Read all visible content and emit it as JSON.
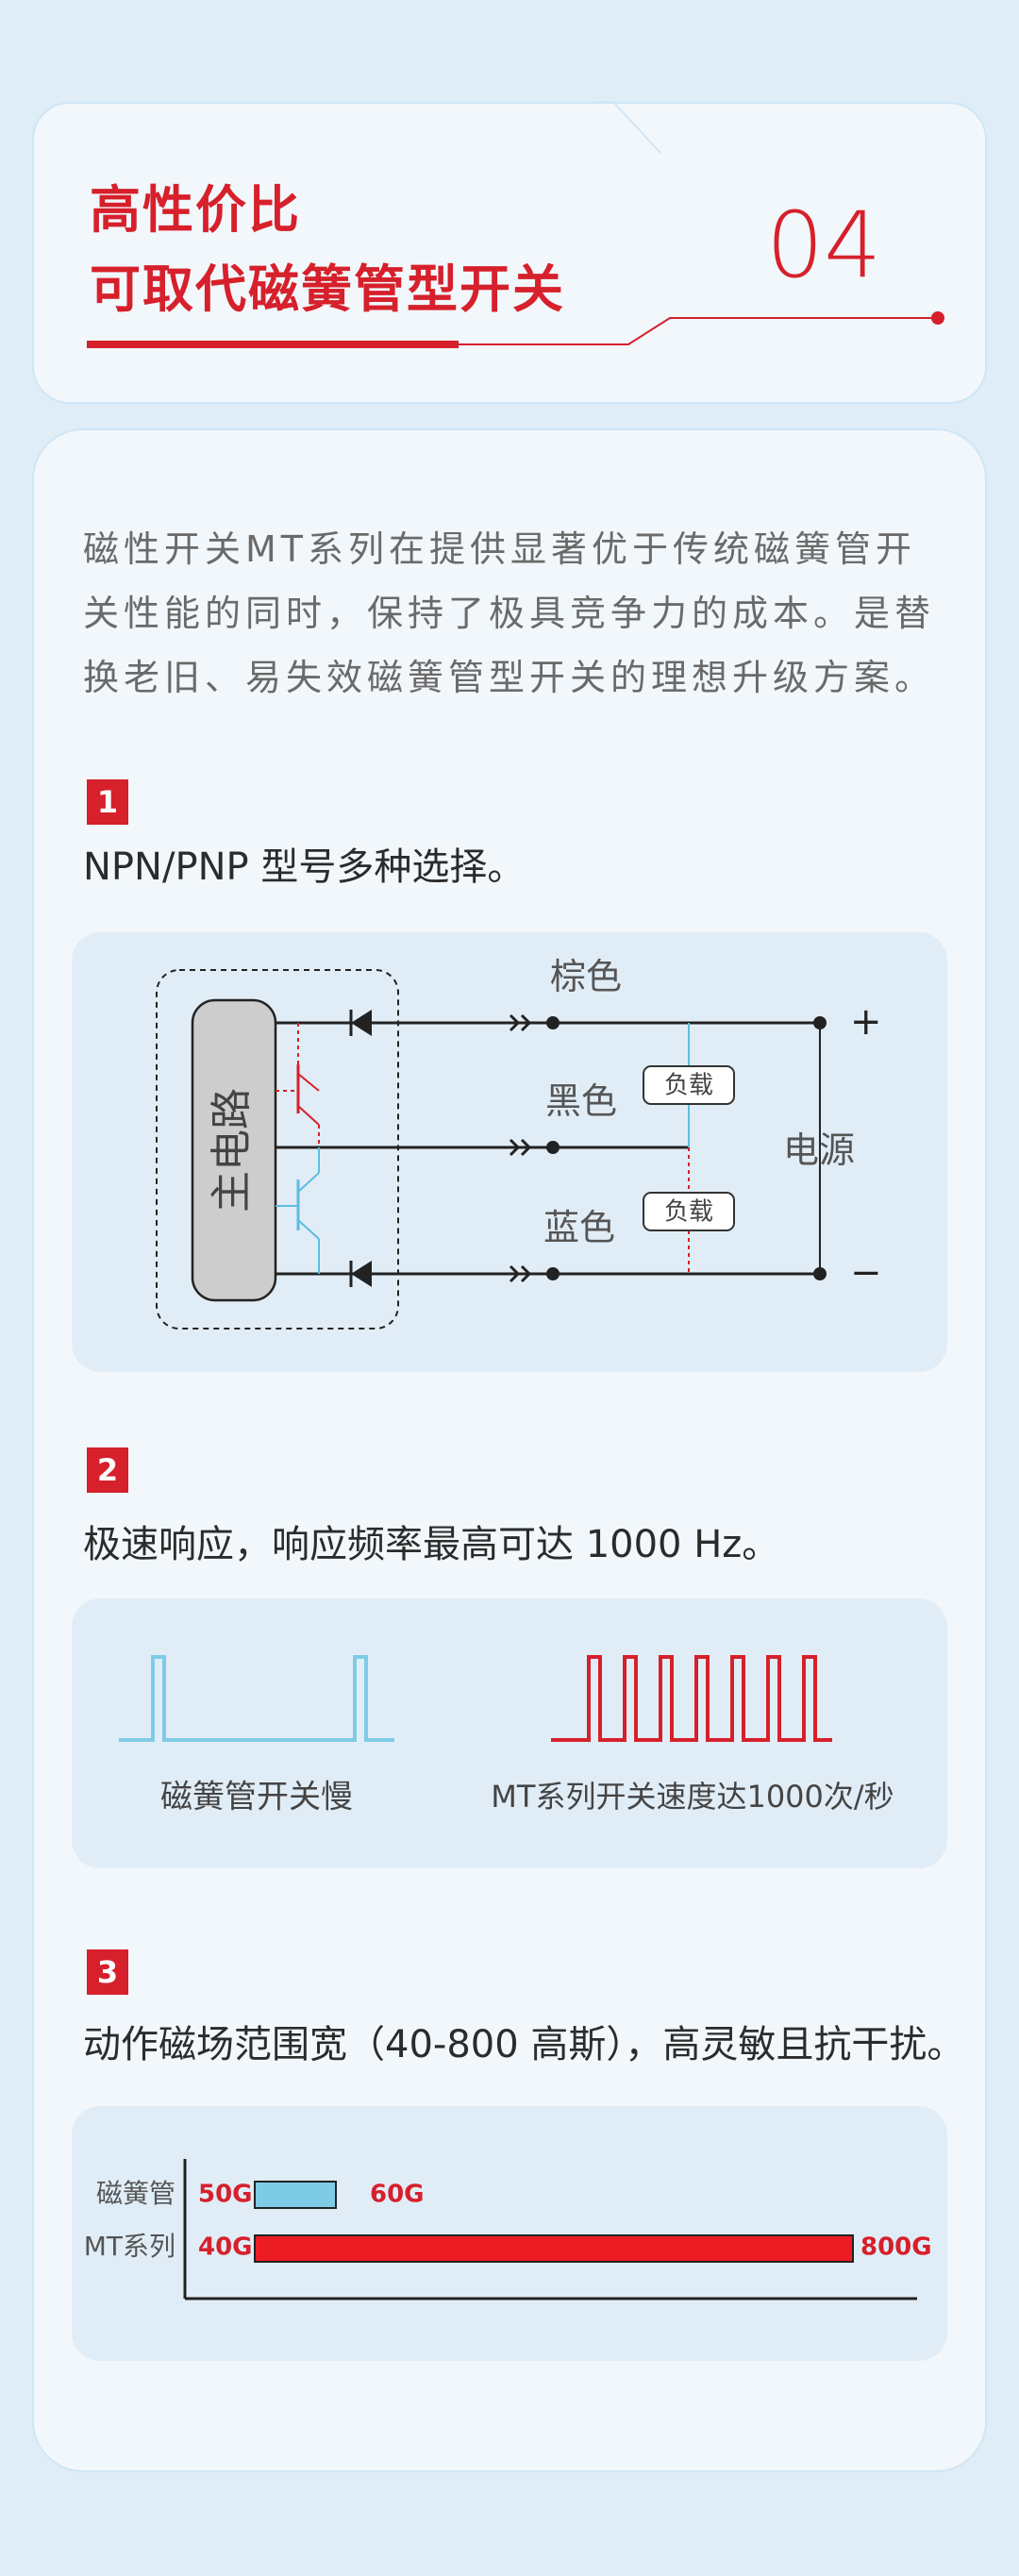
{
  "header": {
    "title_line1": "高性价比",
    "title_line2": "可取代磁簧管型开关",
    "page_number": "04"
  },
  "intro": "磁性开关MT系列在提供显著优于传统磁簧管开关性能的同时，保持了极具竞争力的成本。是替换老旧、易失效磁簧管型开关的理想升级方案。",
  "features": [
    {
      "badge": "1",
      "text": "NPN/PNP 型号多种选择。"
    },
    {
      "badge": "2",
      "text": "极速响应，响应频率最高可达 1000 Hz。"
    },
    {
      "badge": "3",
      "text": "动作磁场范围宽（40-800 高斯），高灵敏且抗干扰。"
    }
  ],
  "circuit": {
    "main_circuit": "主电路",
    "wire_brown": "棕色",
    "wire_black": "黑色",
    "wire_blue": "蓝色",
    "load1": "负载",
    "load2": "负载",
    "power": "电源",
    "plus": "+",
    "minus": "−"
  },
  "speed": {
    "slow_label": "磁簧管开关慢",
    "fast_label": "MT系列开关速度达1000次/秒"
  },
  "range": {
    "row1_label": "磁簧管",
    "row2_label": "MT系列",
    "row1_min": "50G",
    "row1_max": "60G",
    "row2_min": "40G",
    "row2_max": "800G"
  },
  "colors": {
    "accent_red": "#d6202b",
    "light_blue": "#7ecbe6",
    "card_bg": "#f2f7fb",
    "page_bg": "#dfedf6"
  }
}
